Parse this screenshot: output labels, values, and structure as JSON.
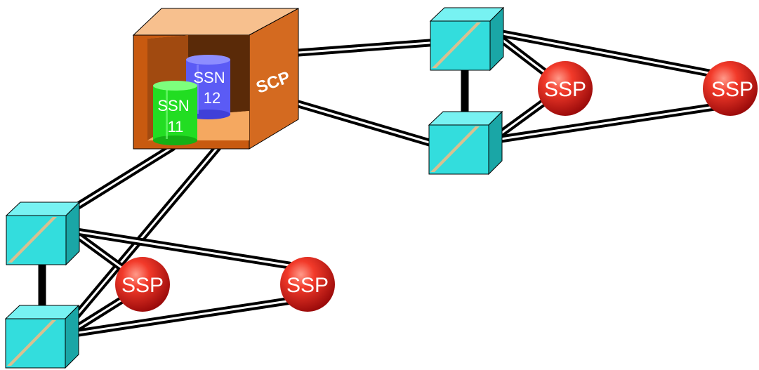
{
  "scp": {
    "label": "SCP",
    "colors": {
      "front": "#c85a10",
      "side": "#d46a20",
      "top": "#f7c08e",
      "interior_back": "#5a2a08",
      "floor": "#f5a860"
    }
  },
  "databases": [
    {
      "id": "ssn12",
      "line1": "SSN",
      "line2": "12",
      "color": "#5b5bf5"
    },
    {
      "id": "ssn11",
      "line1": "SSN",
      "line2": "11",
      "color": "#22dd22"
    }
  ],
  "ssp_label": "SSP",
  "colors": {
    "stp_front": "#33dddd",
    "stp_top": "#77f2f2",
    "stp_side": "#1aa6a6",
    "stp_stripe": "#d8c090",
    "ssp": "#dd1f1f",
    "link": "#000000"
  }
}
